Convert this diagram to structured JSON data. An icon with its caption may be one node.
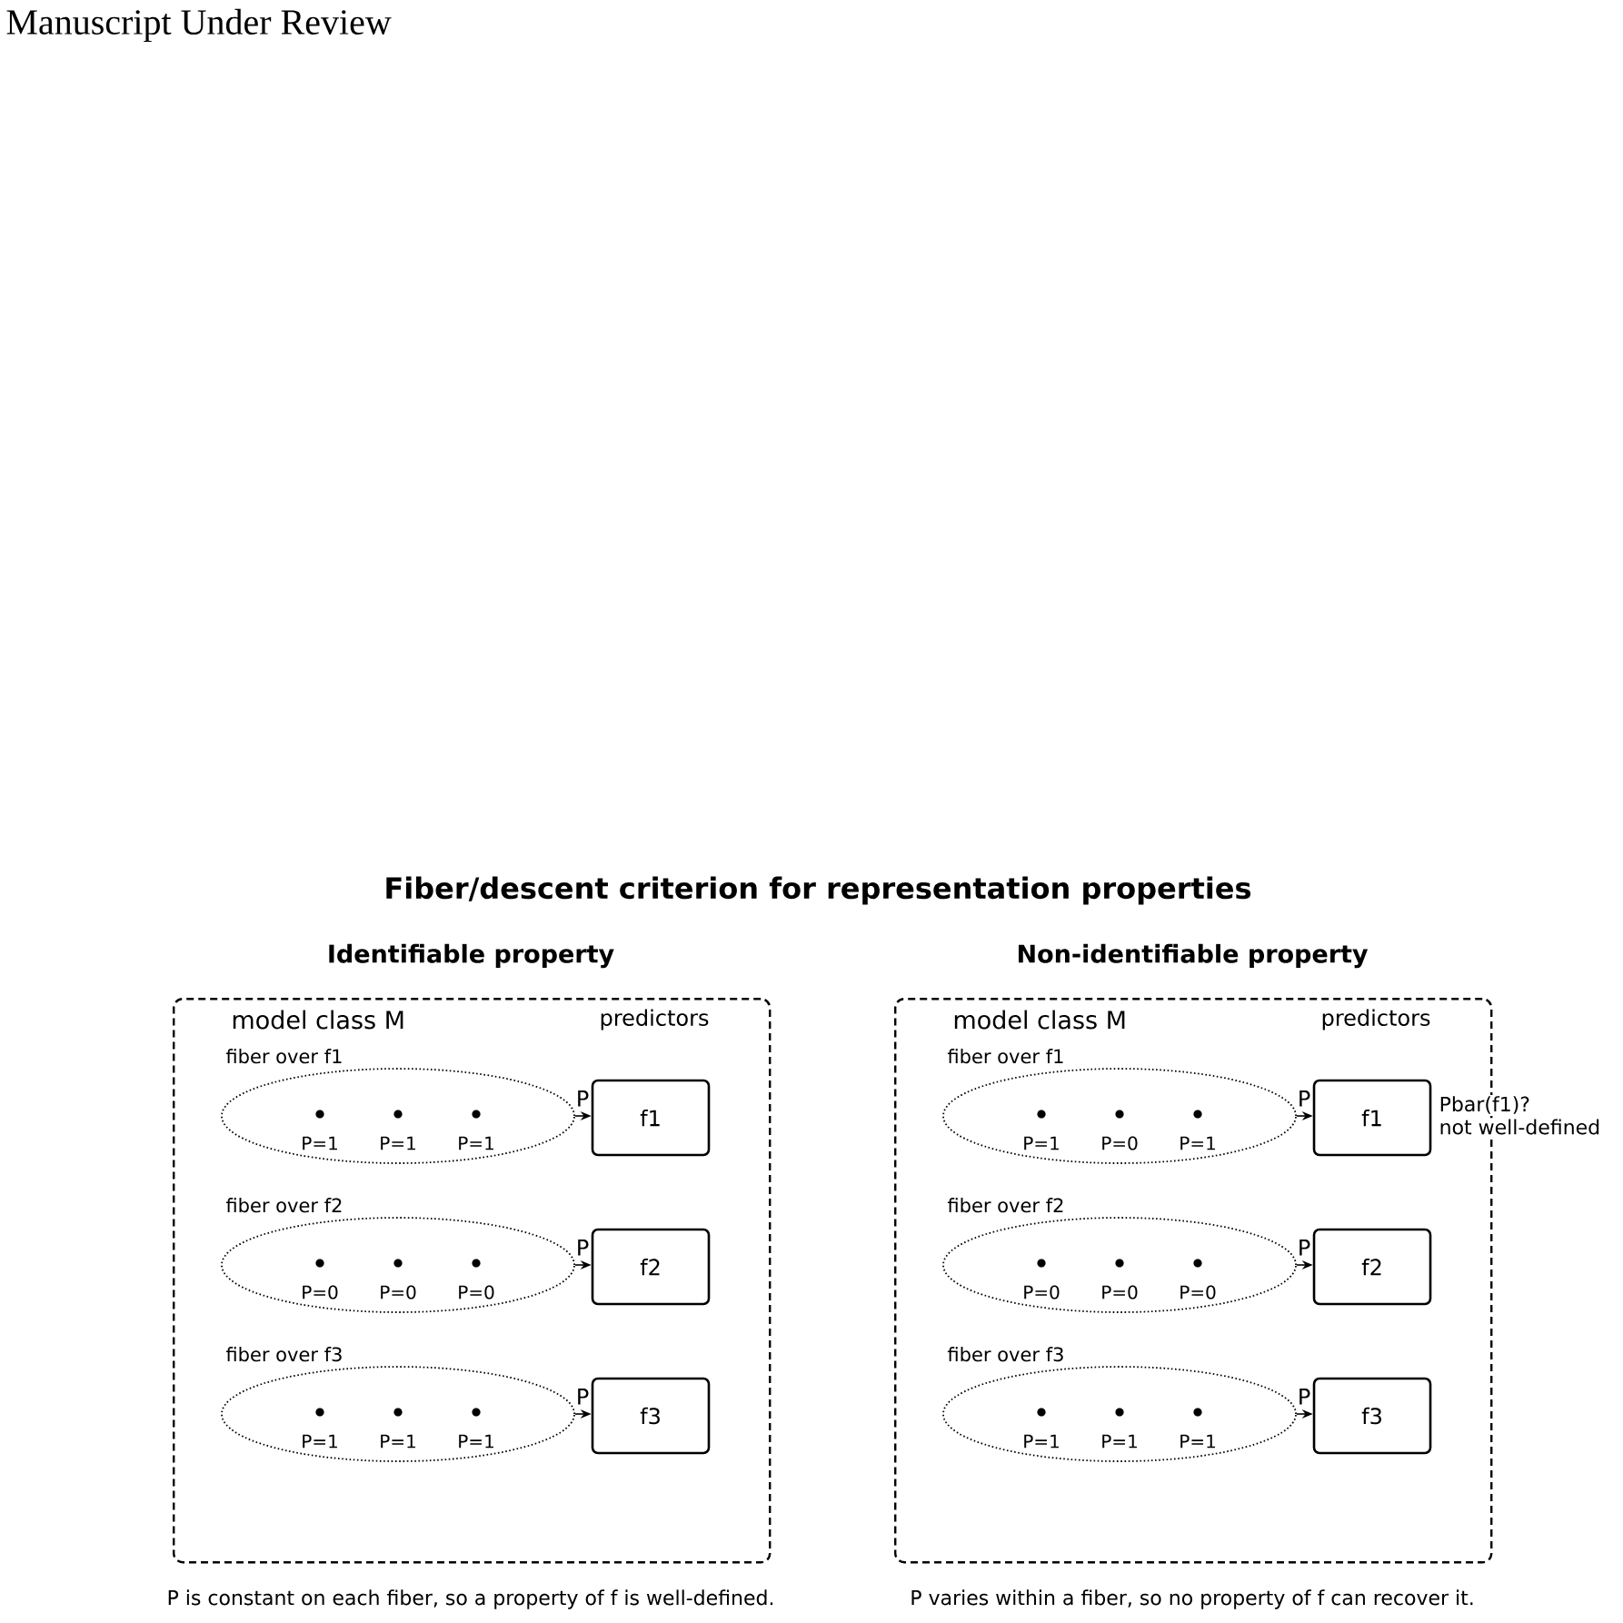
{
  "diagram": {
    "title": "Fiber/descent criterion for representation properties",
    "nodes": [
      {
        "text": [
          "Identifiable property",
          "model class M",
          "predictors"
        ],
        "beside": [
          "P is constant on each fiber, so a property of f is well-defined."
        ]
      },
      {
        "text": [
          "fiber over f1",
          "P=1",
          "P=1",
          "P=1"
        ],
        "in": 0
      },
      {
        "text": [
          "f1"
        ],
        "in": 0
      },
      {
        "text": [
          "fiber over f2",
          "P=0",
          "P=0",
          "P=0"
        ],
        "in": 0
      },
      {
        "text": [
          "f2"
        ],
        "in": 0
      },
      {
        "text": [
          "fiber over f3",
          "P=1",
          "P=1",
          "P=1"
        ],
        "in": 0
      },
      {
        "text": [
          "f3"
        ],
        "in": 0
      },
      {
        "text": [
          "Non-identifiable property",
          "model class M",
          "predictors"
        ],
        "beside": [
          "P varies within a fiber, so no property of f can recover it."
        ]
      },
      {
        "text": [
          "fiber over f1",
          "P=1",
          "P=0",
          "P=1"
        ],
        "in": 7
      },
      {
        "text": [
          "f1"
        ],
        "in": 7,
        "beside": [
          "Pbar(f1)?",
          "not well-defined"
        ]
      },
      {
        "text": [
          "fiber over f2",
          "P=0",
          "P=0",
          "P=0"
        ],
        "in": 7
      },
      {
        "text": [
          "f2"
        ],
        "in": 7
      },
      {
        "text": [
          "fiber over f3",
          "P=1",
          "P=1",
          "P=1"
        ],
        "in": 7
      },
      {
        "text": [
          "f3"
        ],
        "in": 7
      }
    ],
    "edges": [
      {
        "from": 1,
        "to": 2,
        "arrow": "to",
        "label": "P"
      },
      {
        "from": 3,
        "to": 4,
        "arrow": "to",
        "label": "P"
      },
      {
        "from": 5,
        "to": 6,
        "arrow": "to",
        "label": "P"
      },
      {
        "from": 8,
        "to": 9,
        "arrow": "to",
        "label": "P"
      },
      {
        "from": 10,
        "to": 11,
        "arrow": "to",
        "label": "P"
      },
      {
        "from": 12,
        "to": 13,
        "arrow": "to",
        "label": "P"
      }
    ],
    "labels": [
      "Manuscript Under Review"
    ]
  }
}
